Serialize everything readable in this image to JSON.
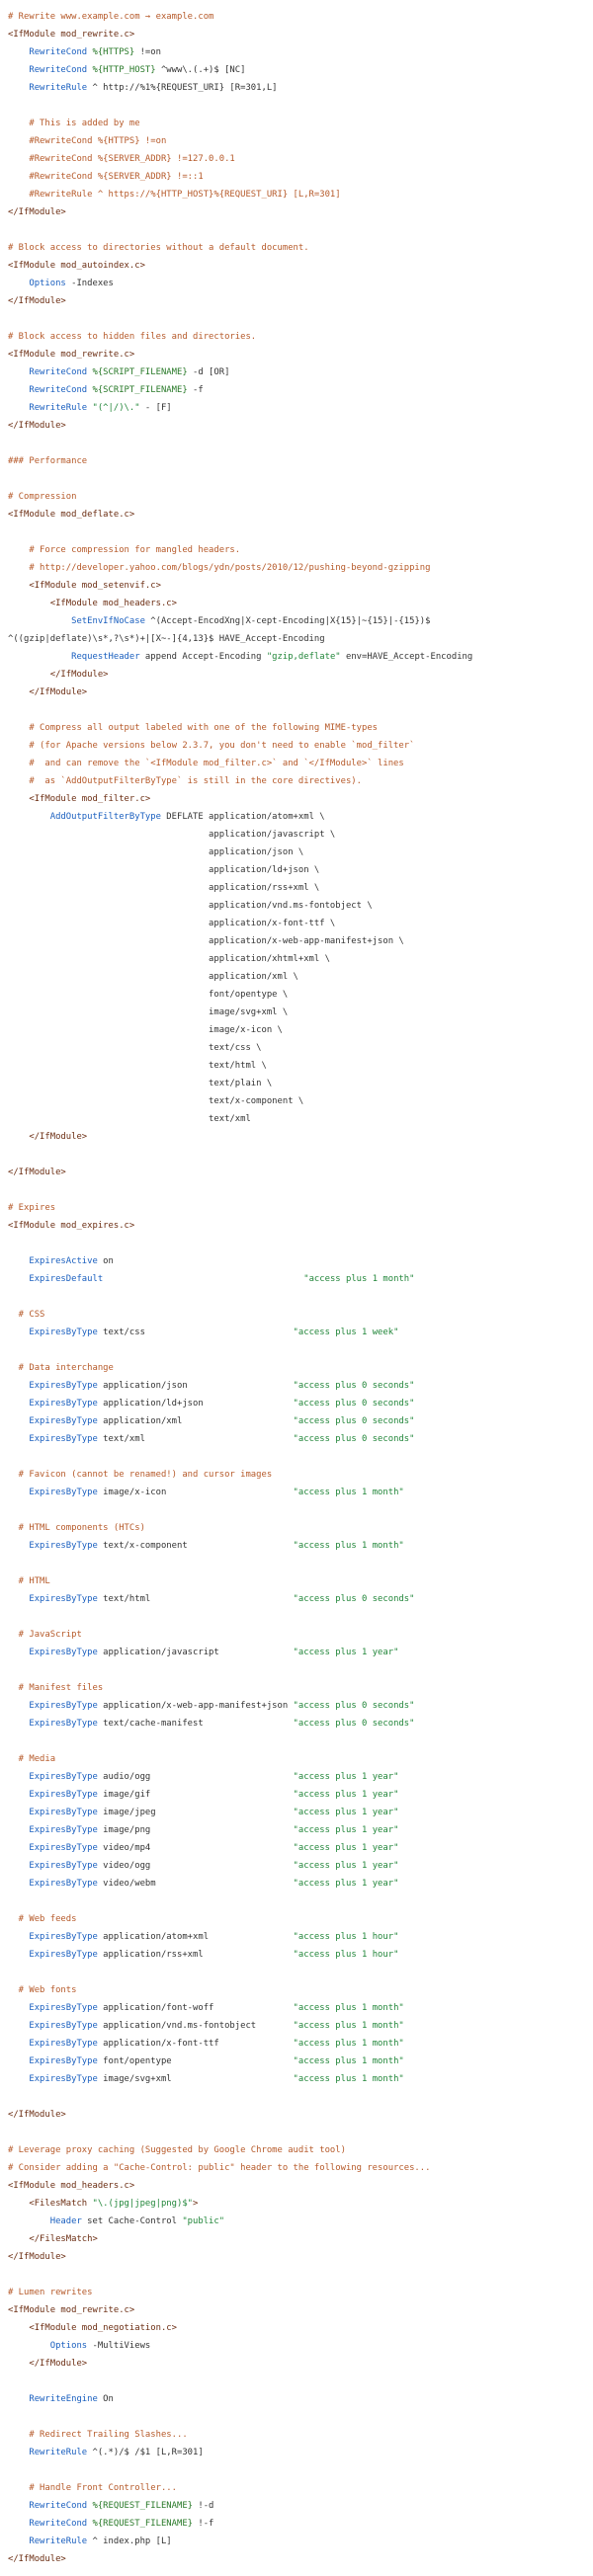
{
  "colors": {
    "background": "#ffffff",
    "comment": "#b65a2a",
    "tag": "#6b2d12",
    "directive": "#1a5fbf",
    "string": "#22863a",
    "variable": "#2a7a2a",
    "plain": "#333333"
  },
  "lines": [
    [
      [
        "c",
        "# Rewrite www.example.com → example.com"
      ]
    ],
    [
      [
        "t",
        "<IfModule mod_rewrite.c>"
      ]
    ],
    [
      [
        "p",
        "    "
      ],
      [
        "d",
        "RewriteCond"
      ],
      [
        "p",
        " "
      ],
      [
        "v",
        "%{HTTPS}"
      ],
      [
        "p",
        " !=on"
      ]
    ],
    [
      [
        "p",
        "    "
      ],
      [
        "d",
        "RewriteCond"
      ],
      [
        "p",
        " "
      ],
      [
        "v",
        "%{HTTP_HOST}"
      ],
      [
        "p",
        " ^www\\.(.+)$ [NC]"
      ]
    ],
    [
      [
        "p",
        "    "
      ],
      [
        "d",
        "RewriteRule"
      ],
      [
        "p",
        " ^ http://%1%{REQUEST_URI} [R=301,L]"
      ]
    ],
    [
      [
        "p",
        ""
      ]
    ],
    [
      [
        "c",
        "    # This is added by me"
      ]
    ],
    [
      [
        "c",
        "    #RewriteCond %{HTTPS} !=on"
      ]
    ],
    [
      [
        "c",
        "    #RewriteCond %{SERVER_ADDR} !=127.0.0.1"
      ]
    ],
    [
      [
        "c",
        "    #RewriteCond %{SERVER_ADDR} !=::1"
      ]
    ],
    [
      [
        "c",
        "    #RewriteRule ^ https://%{HTTP_HOST}%{REQUEST_URI} [L,R=301]"
      ]
    ],
    [
      [
        "t",
        "</IfModule>"
      ]
    ],
    [
      [
        "p",
        ""
      ]
    ],
    [
      [
        "c",
        "# Block access to directories without a default document."
      ]
    ],
    [
      [
        "t",
        "<IfModule mod_autoindex.c>"
      ]
    ],
    [
      [
        "p",
        "    "
      ],
      [
        "d",
        "Options"
      ],
      [
        "p",
        " -Indexes"
      ]
    ],
    [
      [
        "t",
        "</IfModule>"
      ]
    ],
    [
      [
        "p",
        ""
      ]
    ],
    [
      [
        "c",
        "# Block access to hidden files and directories."
      ]
    ],
    [
      [
        "t",
        "<IfModule mod_rewrite.c>"
      ]
    ],
    [
      [
        "p",
        "    "
      ],
      [
        "d",
        "RewriteCond"
      ],
      [
        "p",
        " "
      ],
      [
        "v",
        "%{SCRIPT_FILENAME}"
      ],
      [
        "p",
        " -d [OR]"
      ]
    ],
    [
      [
        "p",
        "    "
      ],
      [
        "d",
        "RewriteCond"
      ],
      [
        "p",
        " "
      ],
      [
        "v",
        "%{SCRIPT_FILENAME}"
      ],
      [
        "p",
        " -f"
      ]
    ],
    [
      [
        "p",
        "    "
      ],
      [
        "d",
        "RewriteRule"
      ],
      [
        "p",
        " "
      ],
      [
        "s",
        "\"(^|/)\\.\""
      ],
      [
        "p",
        " - [F]"
      ]
    ],
    [
      [
        "t",
        "</IfModule>"
      ]
    ],
    [
      [
        "p",
        ""
      ]
    ],
    [
      [
        "c",
        "### Performance"
      ]
    ],
    [
      [
        "p",
        ""
      ]
    ],
    [
      [
        "c",
        "# Compression"
      ]
    ],
    [
      [
        "t",
        "<IfModule mod_deflate.c>"
      ]
    ],
    [
      [
        "p",
        ""
      ]
    ],
    [
      [
        "c",
        "    # Force compression for mangled headers."
      ]
    ],
    [
      [
        "c",
        "    # http://developer.yahoo.com/blogs/ydn/posts/2010/12/pushing-beyond-gzipping"
      ]
    ],
    [
      [
        "p",
        "    "
      ],
      [
        "t",
        "<IfModule mod_setenvif.c>"
      ]
    ],
    [
      [
        "p",
        "        "
      ],
      [
        "t",
        "<IfModule mod_headers.c>"
      ]
    ],
    [
      [
        "p",
        "            "
      ],
      [
        "d",
        "SetEnvIfNoCase"
      ],
      [
        "p",
        " ^(Accept-EncodXng|X-cept-Encoding|X{15}|~{15}|-{15})$"
      ]
    ],
    [
      [
        "p",
        "^((gzip|deflate)\\s*,?\\s*)+|[X~-]{4,13}$ HAVE_Accept-Encoding"
      ]
    ],
    [
      [
        "p",
        "            "
      ],
      [
        "d",
        "RequestHeader"
      ],
      [
        "p",
        " append Accept-Encoding "
      ],
      [
        "s",
        "\"gzip,deflate\""
      ],
      [
        "p",
        " env=HAVE_Accept-Encoding"
      ]
    ],
    [
      [
        "p",
        "        "
      ],
      [
        "t",
        "</IfModule>"
      ]
    ],
    [
      [
        "p",
        "    "
      ],
      [
        "t",
        "</IfModule>"
      ]
    ],
    [
      [
        "p",
        ""
      ]
    ],
    [
      [
        "c",
        "    # Compress all output labeled with one of the following MIME-types"
      ]
    ],
    [
      [
        "c",
        "    # (for Apache versions below 2.3.7, you don't need to enable `mod_filter`"
      ]
    ],
    [
      [
        "c",
        "    #  and can remove the `<IfModule mod_filter.c>` and `</IfModule>` lines"
      ]
    ],
    [
      [
        "c",
        "    #  as `AddOutputFilterByType` is still in the core directives)."
      ]
    ],
    [
      [
        "p",
        "    "
      ],
      [
        "t",
        "<IfModule mod_filter.c>"
      ]
    ],
    [
      [
        "p",
        "        "
      ],
      [
        "d",
        "AddOutputFilterByType"
      ],
      [
        "p",
        " DEFLATE application/atom+xml \\"
      ]
    ],
    [
      [
        "p",
        "                                      application/javascript \\"
      ]
    ],
    [
      [
        "p",
        "                                      application/json \\"
      ]
    ],
    [
      [
        "p",
        "                                      application/ld+json \\"
      ]
    ],
    [
      [
        "p",
        "                                      application/rss+xml \\"
      ]
    ],
    [
      [
        "p",
        "                                      application/vnd.ms-fontobject \\"
      ]
    ],
    [
      [
        "p",
        "                                      application/x-font-ttf \\"
      ]
    ],
    [
      [
        "p",
        "                                      application/x-web-app-manifest+json \\"
      ]
    ],
    [
      [
        "p",
        "                                      application/xhtml+xml \\"
      ]
    ],
    [
      [
        "p",
        "                                      application/xml \\"
      ]
    ],
    [
      [
        "p",
        "                                      font/opentype \\"
      ]
    ],
    [
      [
        "p",
        "                                      image/svg+xml \\"
      ]
    ],
    [
      [
        "p",
        "                                      image/x-icon \\"
      ]
    ],
    [
      [
        "p",
        "                                      text/css \\"
      ]
    ],
    [
      [
        "p",
        "                                      text/html \\"
      ]
    ],
    [
      [
        "p",
        "                                      text/plain \\"
      ]
    ],
    [
      [
        "p",
        "                                      text/x-component \\"
      ]
    ],
    [
      [
        "p",
        "                                      text/xml"
      ]
    ],
    [
      [
        "p",
        "    "
      ],
      [
        "t",
        "</IfModule>"
      ]
    ],
    [
      [
        "p",
        ""
      ]
    ],
    [
      [
        "t",
        "</IfModule>"
      ]
    ],
    [
      [
        "p",
        ""
      ]
    ],
    [
      [
        "c",
        "# Expires"
      ]
    ],
    [
      [
        "t",
        "<IfModule mod_expires.c>"
      ]
    ],
    [
      [
        "p",
        ""
      ]
    ],
    [
      [
        "p",
        "    "
      ],
      [
        "d",
        "ExpiresActive"
      ],
      [
        "p",
        " on"
      ]
    ],
    [
      [
        "p",
        "    "
      ],
      [
        "d",
        "ExpiresDefault"
      ],
      [
        "p",
        "                                      "
      ],
      [
        "s",
        "\"access plus 1 month\""
      ]
    ],
    [
      [
        "p",
        ""
      ]
    ],
    [
      [
        "c",
        "  # CSS"
      ]
    ],
    [
      [
        "p",
        "    "
      ],
      [
        "d",
        "ExpiresByType"
      ],
      [
        "p",
        " text/css                            "
      ],
      [
        "s",
        "\"access plus 1 week\""
      ]
    ],
    [
      [
        "p",
        ""
      ]
    ],
    [
      [
        "c",
        "  # Data interchange"
      ]
    ],
    [
      [
        "p",
        "    "
      ],
      [
        "d",
        "ExpiresByType"
      ],
      [
        "p",
        " application/json                    "
      ],
      [
        "s",
        "\"access plus 0 seconds\""
      ]
    ],
    [
      [
        "p",
        "    "
      ],
      [
        "d",
        "ExpiresByType"
      ],
      [
        "p",
        " application/ld+json                 "
      ],
      [
        "s",
        "\"access plus 0 seconds\""
      ]
    ],
    [
      [
        "p",
        "    "
      ],
      [
        "d",
        "ExpiresByType"
      ],
      [
        "p",
        " application/xml                     "
      ],
      [
        "s",
        "\"access plus 0 seconds\""
      ]
    ],
    [
      [
        "p",
        "    "
      ],
      [
        "d",
        "ExpiresByType"
      ],
      [
        "p",
        " text/xml                            "
      ],
      [
        "s",
        "\"access plus 0 seconds\""
      ]
    ],
    [
      [
        "p",
        ""
      ]
    ],
    [
      [
        "c",
        "  # Favicon (cannot be renamed!) and cursor images"
      ]
    ],
    [
      [
        "p",
        "    "
      ],
      [
        "d",
        "ExpiresByType"
      ],
      [
        "p",
        " image/x-icon                        "
      ],
      [
        "s",
        "\"access plus 1 month\""
      ]
    ],
    [
      [
        "p",
        ""
      ]
    ],
    [
      [
        "c",
        "  # HTML components (HTCs)"
      ]
    ],
    [
      [
        "p",
        "    "
      ],
      [
        "d",
        "ExpiresByType"
      ],
      [
        "p",
        " text/x-component                    "
      ],
      [
        "s",
        "\"access plus 1 month\""
      ]
    ],
    [
      [
        "p",
        ""
      ]
    ],
    [
      [
        "c",
        "  # HTML"
      ]
    ],
    [
      [
        "p",
        "    "
      ],
      [
        "d",
        "ExpiresByType"
      ],
      [
        "p",
        " text/html                           "
      ],
      [
        "s",
        "\"access plus 0 seconds\""
      ]
    ],
    [
      [
        "p",
        ""
      ]
    ],
    [
      [
        "c",
        "  # JavaScript"
      ]
    ],
    [
      [
        "p",
        "    "
      ],
      [
        "d",
        "ExpiresByType"
      ],
      [
        "p",
        " application/javascript              "
      ],
      [
        "s",
        "\"access plus 1 year\""
      ]
    ],
    [
      [
        "p",
        ""
      ]
    ],
    [
      [
        "c",
        "  # Manifest files"
      ]
    ],
    [
      [
        "p",
        "    "
      ],
      [
        "d",
        "ExpiresByType"
      ],
      [
        "p",
        " application/x-web-app-manifest+json "
      ],
      [
        "s",
        "\"access plus 0 seconds\""
      ]
    ],
    [
      [
        "p",
        "    "
      ],
      [
        "d",
        "ExpiresByType"
      ],
      [
        "p",
        " text/cache-manifest                 "
      ],
      [
        "s",
        "\"access plus 0 seconds\""
      ]
    ],
    [
      [
        "p",
        ""
      ]
    ],
    [
      [
        "c",
        "  # Media"
      ]
    ],
    [
      [
        "p",
        "    "
      ],
      [
        "d",
        "ExpiresByType"
      ],
      [
        "p",
        " audio/ogg                           "
      ],
      [
        "s",
        "\"access plus 1 year\""
      ]
    ],
    [
      [
        "p",
        "    "
      ],
      [
        "d",
        "ExpiresByType"
      ],
      [
        "p",
        " image/gif                           "
      ],
      [
        "s",
        "\"access plus 1 year\""
      ]
    ],
    [
      [
        "p",
        "    "
      ],
      [
        "d",
        "ExpiresByType"
      ],
      [
        "p",
        " image/jpeg                          "
      ],
      [
        "s",
        "\"access plus 1 year\""
      ]
    ],
    [
      [
        "p",
        "    "
      ],
      [
        "d",
        "ExpiresByType"
      ],
      [
        "p",
        " image/png                           "
      ],
      [
        "s",
        "\"access plus 1 year\""
      ]
    ],
    [
      [
        "p",
        "    "
      ],
      [
        "d",
        "ExpiresByType"
      ],
      [
        "p",
        " video/mp4                           "
      ],
      [
        "s",
        "\"access plus 1 year\""
      ]
    ],
    [
      [
        "p",
        "    "
      ],
      [
        "d",
        "ExpiresByType"
      ],
      [
        "p",
        " video/ogg                           "
      ],
      [
        "s",
        "\"access plus 1 year\""
      ]
    ],
    [
      [
        "p",
        "    "
      ],
      [
        "d",
        "ExpiresByType"
      ],
      [
        "p",
        " video/webm                          "
      ],
      [
        "s",
        "\"access plus 1 year\""
      ]
    ],
    [
      [
        "p",
        ""
      ]
    ],
    [
      [
        "c",
        "  # Web feeds"
      ]
    ],
    [
      [
        "p",
        "    "
      ],
      [
        "d",
        "ExpiresByType"
      ],
      [
        "p",
        " application/atom+xml                "
      ],
      [
        "s",
        "\"access plus 1 hour\""
      ]
    ],
    [
      [
        "p",
        "    "
      ],
      [
        "d",
        "ExpiresByType"
      ],
      [
        "p",
        " application/rss+xml                 "
      ],
      [
        "s",
        "\"access plus 1 hour\""
      ]
    ],
    [
      [
        "p",
        ""
      ]
    ],
    [
      [
        "c",
        "  # Web fonts"
      ]
    ],
    [
      [
        "p",
        "    "
      ],
      [
        "d",
        "ExpiresByType"
      ],
      [
        "p",
        " application/font-woff               "
      ],
      [
        "s",
        "\"access plus 1 month\""
      ]
    ],
    [
      [
        "p",
        "    "
      ],
      [
        "d",
        "ExpiresByType"
      ],
      [
        "p",
        " application/vnd.ms-fontobject       "
      ],
      [
        "s",
        "\"access plus 1 month\""
      ]
    ],
    [
      [
        "p",
        "    "
      ],
      [
        "d",
        "ExpiresByType"
      ],
      [
        "p",
        " application/x-font-ttf              "
      ],
      [
        "s",
        "\"access plus 1 month\""
      ]
    ],
    [
      [
        "p",
        "    "
      ],
      [
        "d",
        "ExpiresByType"
      ],
      [
        "p",
        " font/opentype                       "
      ],
      [
        "s",
        "\"access plus 1 month\""
      ]
    ],
    [
      [
        "p",
        "    "
      ],
      [
        "d",
        "ExpiresByType"
      ],
      [
        "p",
        " image/svg+xml                       "
      ],
      [
        "s",
        "\"access plus 1 month\""
      ]
    ],
    [
      [
        "p",
        ""
      ]
    ],
    [
      [
        "t",
        "</IfModule>"
      ]
    ],
    [
      [
        "p",
        ""
      ]
    ],
    [
      [
        "c",
        "# Leverage proxy caching (Suggested by Google Chrome audit tool)"
      ]
    ],
    [
      [
        "c",
        "# Consider adding a \"Cache-Control: public\" header to the following resources..."
      ]
    ],
    [
      [
        "t",
        "<IfModule mod_headers.c>"
      ]
    ],
    [
      [
        "p",
        "    "
      ],
      [
        "t",
        "<FilesMatch"
      ],
      [
        "p",
        " "
      ],
      [
        "s",
        "\"\\.(jpg|jpeg|png)$\""
      ],
      [
        "t",
        ">"
      ]
    ],
    [
      [
        "p",
        "        "
      ],
      [
        "d",
        "Header"
      ],
      [
        "p",
        " set Cache-Control "
      ],
      [
        "s",
        "\"public\""
      ]
    ],
    [
      [
        "p",
        "    "
      ],
      [
        "t",
        "</FilesMatch>"
      ]
    ],
    [
      [
        "t",
        "</IfModule>"
      ]
    ],
    [
      [
        "p",
        ""
      ]
    ],
    [
      [
        "c",
        "# Lumen rewrites"
      ]
    ],
    [
      [
        "t",
        "<IfModule mod_rewrite.c>"
      ]
    ],
    [
      [
        "p",
        "    "
      ],
      [
        "t",
        "<IfModule mod_negotiation.c>"
      ]
    ],
    [
      [
        "p",
        "        "
      ],
      [
        "d",
        "Options"
      ],
      [
        "p",
        " -MultiViews"
      ]
    ],
    [
      [
        "p",
        "    "
      ],
      [
        "t",
        "</IfModule>"
      ]
    ],
    [
      [
        "p",
        ""
      ]
    ],
    [
      [
        "p",
        "    "
      ],
      [
        "d",
        "RewriteEngine"
      ],
      [
        "p",
        " On"
      ]
    ],
    [
      [
        "p",
        ""
      ]
    ],
    [
      [
        "c",
        "    # Redirect Trailing Slashes..."
      ]
    ],
    [
      [
        "p",
        "    "
      ],
      [
        "d",
        "RewriteRule"
      ],
      [
        "p",
        " ^(.*)/$ /$1 [L,R=301]"
      ]
    ],
    [
      [
        "p",
        ""
      ]
    ],
    [
      [
        "c",
        "    # Handle Front Controller..."
      ]
    ],
    [
      [
        "p",
        "    "
      ],
      [
        "d",
        "RewriteCond"
      ],
      [
        "p",
        " "
      ],
      [
        "v",
        "%{REQUEST_FILENAME}"
      ],
      [
        "p",
        " !-d"
      ]
    ],
    [
      [
        "p",
        "    "
      ],
      [
        "d",
        "RewriteCond"
      ],
      [
        "p",
        " "
      ],
      [
        "v",
        "%{REQUEST_FILENAME}"
      ],
      [
        "p",
        " !-f"
      ]
    ],
    [
      [
        "p",
        "    "
      ],
      [
        "d",
        "RewriteRule"
      ],
      [
        "p",
        " ^ index.php [L]"
      ]
    ],
    [
      [
        "t",
        "</IfModule>"
      ]
    ]
  ]
}
